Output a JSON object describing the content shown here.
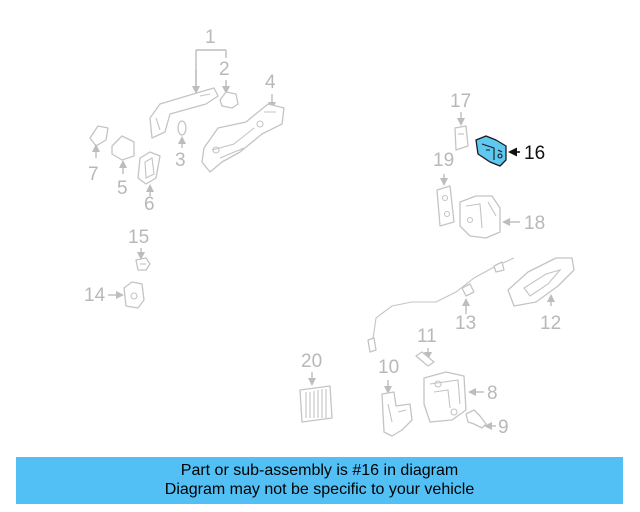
{
  "diagram": {
    "highlight_color": "#5fc8f0",
    "callouts": {
      "c1": "1",
      "c2": "2",
      "c3": "3",
      "c4": "4",
      "c5": "5",
      "c6": "6",
      "c7": "7",
      "c8": "8",
      "c9": "9",
      "c10": "10",
      "c11": "11",
      "c12": "12",
      "c13": "13",
      "c14": "14",
      "c15": "15",
      "c16": "16",
      "c17": "17",
      "c18": "18",
      "c19": "19",
      "c20": "20"
    },
    "highlighted_callout": "16"
  },
  "banner": {
    "color": "#52c0f5",
    "line1": "Part or sub-assembly is #16 in diagram",
    "line2": "Diagram may not be specific to your vehicle"
  }
}
